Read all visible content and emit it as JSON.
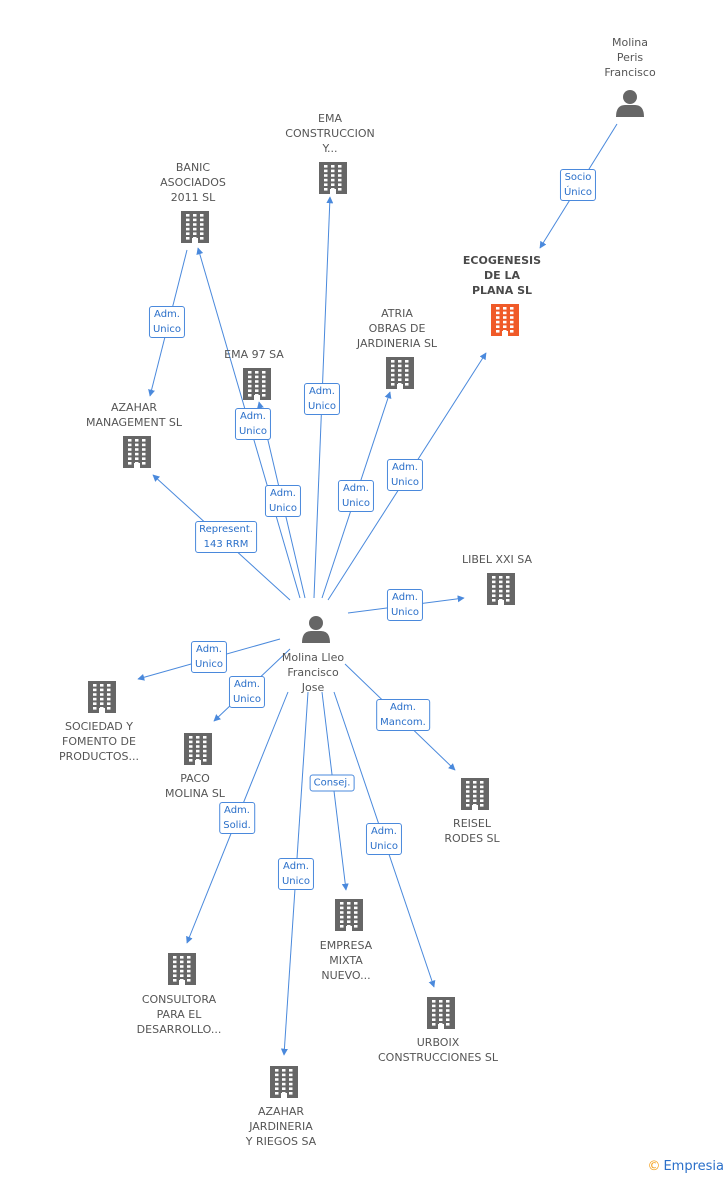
{
  "colors": {
    "edge": "#4a89dc",
    "icon": "#666666",
    "focus_icon": "#f05a28",
    "person_icon": "#666666"
  },
  "nodes": [
    {
      "id": "molina-peris",
      "type": "person",
      "lines": [
        "Molina",
        "Peris",
        "Francisco"
      ]
    },
    {
      "id": "ema-construccion",
      "type": "company",
      "lines": [
        "EMA",
        "CONSTRUCCION",
        "Y..."
      ]
    },
    {
      "id": "banic",
      "type": "company",
      "lines": [
        "BANIC",
        "ASOCIADOS",
        "2011 SL"
      ]
    },
    {
      "id": "ecogenesis",
      "type": "company",
      "focus": true,
      "lines": [
        "ECOGENESIS",
        "DE LA",
        "PLANA SL"
      ]
    },
    {
      "id": "atria",
      "type": "company",
      "lines": [
        "ATRIA",
        "OBRAS DE",
        "JARDINERIA SL"
      ]
    },
    {
      "id": "ema97",
      "type": "company",
      "lines": [
        "EMA 97 SA"
      ]
    },
    {
      "id": "azahar-mgmt",
      "type": "company",
      "lines": [
        "AZAHAR",
        "MANAGEMENT SL"
      ]
    },
    {
      "id": "libel",
      "type": "company",
      "lines": [
        "LIBEL XXI SA"
      ]
    },
    {
      "id": "molina-lleo",
      "type": "person",
      "lines": [
        "Molina Lleo",
        "Francisco",
        "Jose"
      ]
    },
    {
      "id": "sociedad",
      "type": "company",
      "lines": [
        "SOCIEDAD Y",
        "FOMENTO DE",
        "PRODUCTOS..."
      ]
    },
    {
      "id": "paco",
      "type": "company",
      "lines": [
        "PACO",
        "MOLINA SL"
      ]
    },
    {
      "id": "reisel",
      "type": "company",
      "lines": [
        "REISEL",
        "RODES SL"
      ]
    },
    {
      "id": "empresa-mixta",
      "type": "company",
      "lines": [
        "EMPRESA",
        "MIXTA",
        "NUEVO..."
      ]
    },
    {
      "id": "consultora",
      "type": "company",
      "lines": [
        "CONSULTORA",
        "PARA EL",
        "DESARROLLO..."
      ]
    },
    {
      "id": "urboix",
      "type": "company",
      "lines": [
        "URBOIX",
        "CONSTRUCCIONES SL"
      ]
    },
    {
      "id": "azahar-jardineria",
      "type": "company",
      "lines": [
        "AZAHAR",
        "JARDINERIA",
        "Y RIEGOS SA"
      ]
    }
  ],
  "edges": [
    {
      "from": "molina-peris",
      "to": "ecogenesis",
      "label": [
        "Socio",
        "Único"
      ]
    },
    {
      "from": "banic",
      "to": "azahar-mgmt",
      "label": [
        "Adm.",
        "Unico"
      ]
    },
    {
      "from": "molina-lleo",
      "to": "banic",
      "label": [
        "Adm.",
        "Unico"
      ]
    },
    {
      "from": "molina-lleo",
      "to": "ema97",
      "label": [
        "Adm.",
        "Unico"
      ]
    },
    {
      "from": "molina-lleo",
      "to": "ema-construccion",
      "label": [
        "Adm.",
        "Unico"
      ]
    },
    {
      "from": "molina-lleo",
      "to": "atria",
      "label": [
        "Adm.",
        "Unico"
      ]
    },
    {
      "from": "molina-lleo",
      "to": "ecogenesis",
      "label": [
        "Adm.",
        "Unico"
      ]
    },
    {
      "from": "molina-lleo",
      "to": "azahar-mgmt",
      "label": [
        "Represent.",
        "143 RRM"
      ]
    },
    {
      "from": "molina-lleo",
      "to": "libel",
      "label": [
        "Adm.",
        "Unico"
      ]
    },
    {
      "from": "molina-lleo",
      "to": "sociedad",
      "label": [
        "Adm.",
        "Unico"
      ]
    },
    {
      "from": "molina-lleo",
      "to": "paco",
      "label": [
        "Adm.",
        "Unico"
      ]
    },
    {
      "from": "molina-lleo",
      "to": "reisel",
      "label": [
        "Adm.",
        "Mancom."
      ]
    },
    {
      "from": "molina-lleo",
      "to": "consultora",
      "label": [
        "Adm.",
        "Solid."
      ]
    },
    {
      "from": "molina-lleo",
      "to": "empresa-mixta",
      "label": [
        "Consej."
      ]
    },
    {
      "from": "molina-lleo",
      "to": "urboix",
      "label": [
        "Adm.",
        "Unico"
      ]
    },
    {
      "from": "molina-lleo",
      "to": "azahar-jardineria",
      "label": [
        "Adm.",
        "Unico"
      ]
    }
  ],
  "watermark": {
    "symbol": "©",
    "text": "Empresia"
  }
}
